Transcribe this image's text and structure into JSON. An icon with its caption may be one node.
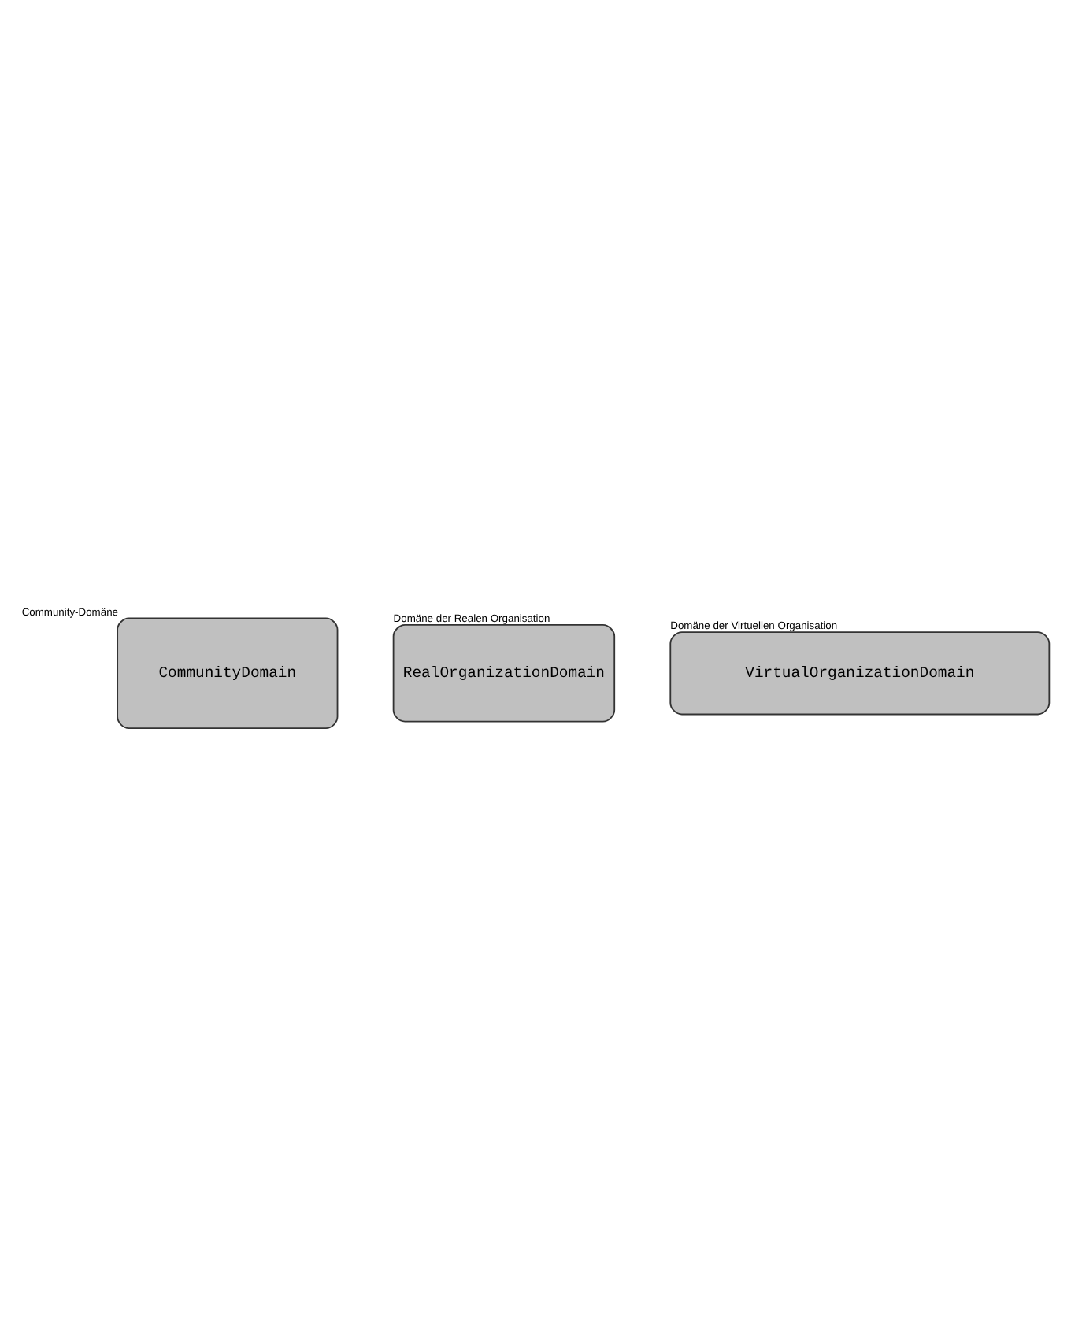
{
  "diagram": {
    "nodes": [
      {
        "text": [
          "CommunityDomain"
        ],
        "beside": [
          "Community-Domäne"
        ]
      },
      {
        "text": [
          "RealOrganizationDomain"
        ],
        "beside": [
          "Domäne der Realen Organisation"
        ]
      },
      {
        "text": [
          "VirtualOrganizationDomain"
        ],
        "beside": [
          "Domäne der Virtuellen Organisation"
        ]
      }
    ]
  }
}
